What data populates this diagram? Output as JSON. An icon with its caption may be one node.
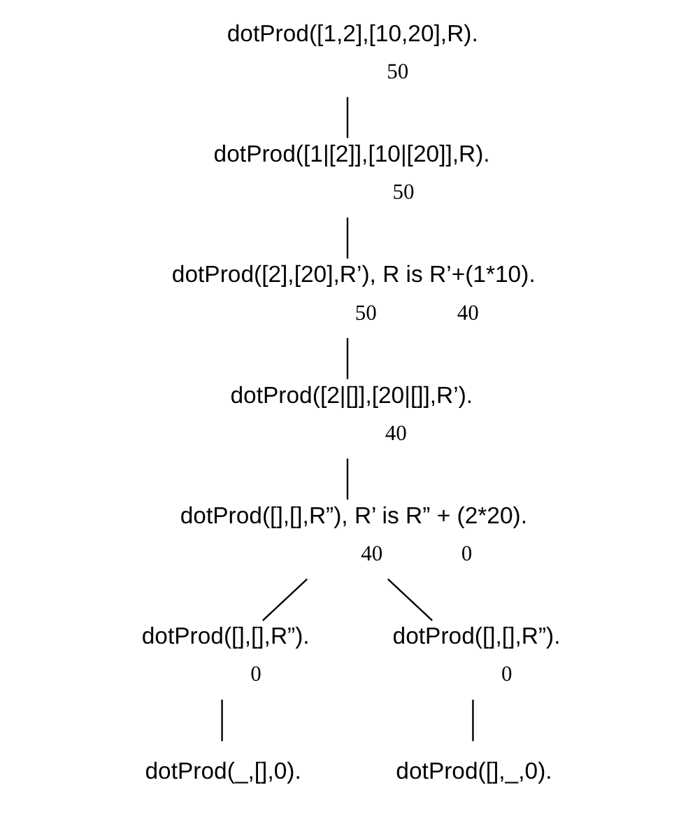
{
  "diagram": {
    "nodes": [
      {
        "text": [
          "dotProd([1,2],[10,20],R)."
        ],
        "beside": [
          "50"
        ]
      },
      {
        "text": [
          "dotProd([1|[2]],[10|[20]],R)."
        ],
        "beside": [
          "50"
        ]
      },
      {
        "text": [
          "dotProd([2],[20],R’), R is R’+(1*10)."
        ],
        "beside": [
          "50",
          "40"
        ]
      },
      {
        "text": [
          "dotProd([2|[]],[20|[]],R’)."
        ],
        "beside": [
          "40"
        ]
      },
      {
        "text": [
          "dotProd([],[],R”), R’ is R” + (2*20)."
        ],
        "beside": [
          "40",
          "0"
        ]
      },
      {
        "text": [
          "dotProd([],[],R”)."
        ],
        "beside": [
          "0"
        ]
      },
      {
        "text": [
          "dotProd([],[],R”)."
        ],
        "beside": [
          "0"
        ]
      },
      {
        "text": [
          "dotProd(_,[],0)."
        ]
      },
      {
        "text": [
          "dotProd([],_,0)."
        ]
      }
    ],
    "edges": [
      {
        "from": 0,
        "to": 1,
        "arrow": "none"
      },
      {
        "from": 1,
        "to": 2,
        "arrow": "none"
      },
      {
        "from": 2,
        "to": 3,
        "arrow": "none"
      },
      {
        "from": 3,
        "to": 4,
        "arrow": "none"
      },
      {
        "from": 4,
        "to": 5,
        "arrow": "none"
      },
      {
        "from": 4,
        "to": 6,
        "arrow": "none"
      },
      {
        "from": 5,
        "to": 7,
        "arrow": "none"
      },
      {
        "from": 6,
        "to": 8,
        "arrow": "none"
      }
    ]
  }
}
